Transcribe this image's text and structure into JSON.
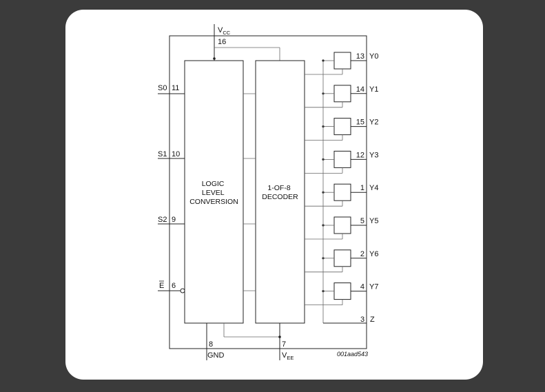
{
  "diagram": {
    "power": {
      "vcc": {
        "name": "V",
        "sub": "CC",
        "pin": "16"
      },
      "vee": {
        "name": "V",
        "sub": "EE",
        "pin": "7"
      },
      "gnd": {
        "name": "GND",
        "pin": "8"
      }
    },
    "blocks": {
      "logic": [
        "LOGIC",
        "LEVEL",
        "CONVERSION"
      ],
      "decoder": [
        "1-OF-8",
        "DECODER"
      ]
    },
    "inputs": [
      {
        "name": "S0",
        "pin": "11"
      },
      {
        "name": "S1",
        "pin": "10"
      },
      {
        "name": "S2",
        "pin": "9"
      },
      {
        "name": "E",
        "pin": "6",
        "overline": true
      }
    ],
    "outputs": [
      {
        "name": "Y0",
        "pin": "13"
      },
      {
        "name": "Y1",
        "pin": "14"
      },
      {
        "name": "Y2",
        "pin": "15"
      },
      {
        "name": "Y3",
        "pin": "12"
      },
      {
        "name": "Y4",
        "pin": "1"
      },
      {
        "name": "Y5",
        "pin": "5"
      },
      {
        "name": "Y6",
        "pin": "2"
      },
      {
        "name": "Y7",
        "pin": "4"
      }
    ],
    "common": {
      "name": "Z",
      "pin": "3"
    },
    "code": "001aad543"
  }
}
